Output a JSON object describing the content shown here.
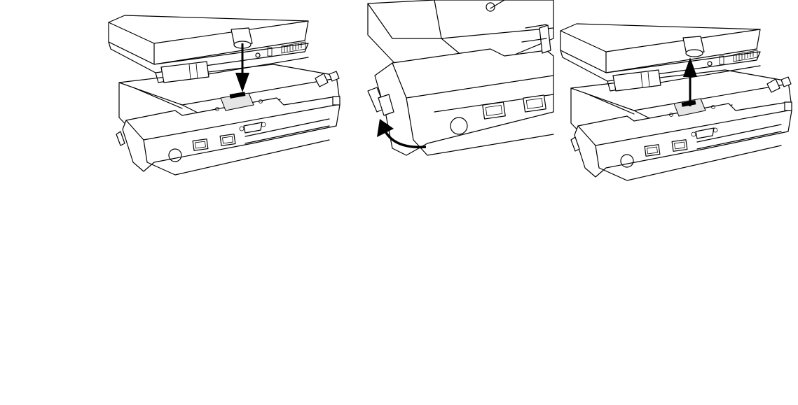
{
  "figure": {
    "panels": [
      {
        "id": "dock",
        "illustration": "laptop-lowering-onto-port-replicator",
        "arrow": "down"
      },
      {
        "id": "release",
        "illustration": "release-lever-closeup",
        "arrow": "curved-up"
      },
      {
        "id": "undock",
        "illustration": "laptop-lifting-off-port-replicator",
        "arrow": "up"
      }
    ],
    "colors": {
      "line": "#000000",
      "background": "#ffffff"
    }
  }
}
